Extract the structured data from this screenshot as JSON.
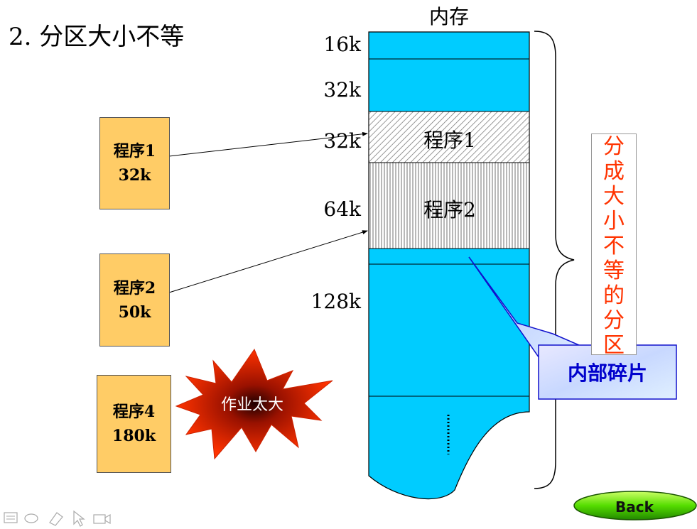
{
  "title": "2. 分区大小不等",
  "memory_title": "内存",
  "partitions": [
    "16k",
    "32k",
    "32k",
    "64k",
    "128k"
  ],
  "loaded_segments": [
    "程序1",
    "程序2"
  ],
  "programs": [
    {
      "name": "程序1",
      "size": "32k"
    },
    {
      "name": "程序2",
      "size": "50k"
    },
    {
      "name": "程序4",
      "size": "180k"
    }
  ],
  "too_large_label": "作业太大",
  "brace_label_chars": [
    "分",
    "成",
    "大",
    "小",
    "不",
    "等",
    "的",
    "分",
    "区"
  ],
  "fragment_callout": "内部碎片",
  "back_button": "Back",
  "colors": {
    "memory_fill": "#00ccff",
    "program_box": "#ffcc66",
    "burst_fill": "#ff3300",
    "brace_label_text": "#ff3300",
    "callout_text": "#0000cc",
    "back_button_fill": "#44cc00"
  },
  "toolbar_icons": [
    "slide-icon",
    "pen-icon",
    "eraser-icon",
    "pointer-icon",
    "camera-icon"
  ]
}
